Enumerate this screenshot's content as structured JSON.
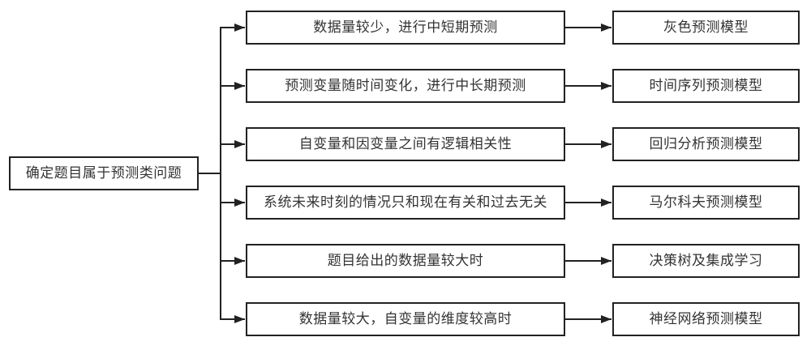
{
  "diagram": {
    "colors": {
      "line": "#222222",
      "border": "#222222",
      "text": "#333333",
      "background": "#ffffff"
    },
    "root": {
      "label": "确定题目属于预测类问题"
    },
    "rows": [
      {
        "condition": "数据量较少，进行中短期预测",
        "model": "灰色预测模型"
      },
      {
        "condition": "预测变量随时间变化，进行中长期预测",
        "model": "时间序列预测模型"
      },
      {
        "condition": "自变量和因变量之间有逻辑相关性",
        "model": "回归分析预测模型"
      },
      {
        "condition": "系统未来时刻的情况只和现在有关和过去无关",
        "model": "马尔科夫预测模型"
      },
      {
        "condition": "题目给出的数据量较大时",
        "model": "决策树及集成学习"
      },
      {
        "condition": "数据量较大，自变量的维度较高时",
        "model": "神经网络预测模型"
      }
    ]
  }
}
